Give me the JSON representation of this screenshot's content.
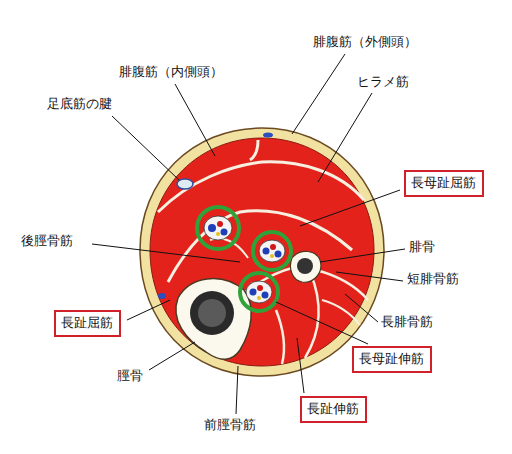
{
  "diagram": {
    "nodes": [
      {
        "text": [
          "長母趾屈筋"
        ]
      },
      {
        "text": [
          "長趾屈筋"
        ]
      },
      {
        "text": [
          "長母趾伸筋"
        ]
      },
      {
        "text": [
          "長趾伸筋"
        ]
      }
    ],
    "labels": [
      "腓腹筋（外側頭）",
      "腓腹筋（内側頭）",
      "ヒラメ筋",
      "足底筋の腱",
      "後脛骨筋",
      "腓骨",
      "短腓骨筋",
      "長腓骨筋",
      "脛骨",
      "前脛骨筋"
    ]
  }
}
